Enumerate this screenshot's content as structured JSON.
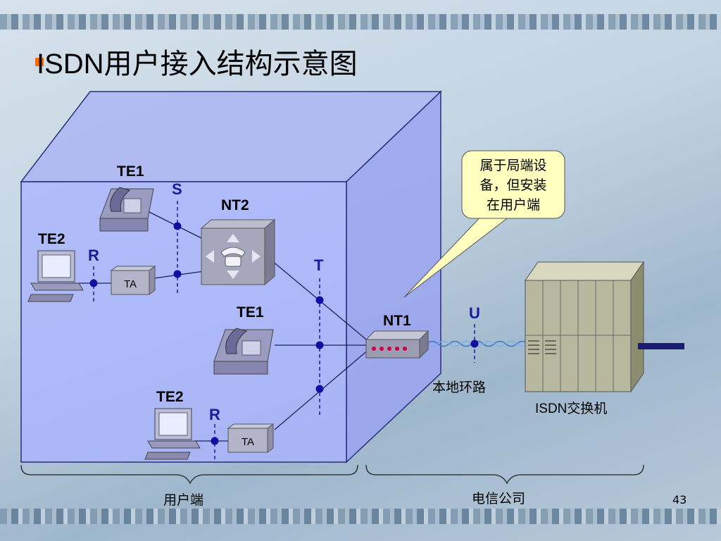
{
  "slide": {
    "title": "ISDN用户接入结构示意图",
    "page_number": "43"
  },
  "diagram": {
    "labels": {
      "te1_top": "TE1",
      "te2_top": "TE2",
      "te1_mid": "TE1",
      "te2_bottom": "TE2",
      "nt2": "NT2",
      "nt1": "NT1",
      "ta_top": "TA",
      "ta_bottom": "TA",
      "ref_s": "S",
      "ref_r_top": "R",
      "ref_r_bottom": "R",
      "ref_t": "T",
      "ref_u": "U",
      "local_loop": "本地环路",
      "isdn_switch": "ISDN交换机",
      "user_side": "用户端",
      "telecom_side": "电信公司"
    },
    "callout": {
      "line1": "属于局端设",
      "line2": "备，但安装",
      "line3": "在用户端"
    },
    "colors": {
      "box_front": "#aab4ff",
      "box_edge": "#2b2f7a",
      "ref_label": "#1a1aa0",
      "node": "#1010a0",
      "nt1_leds": "#cc0044",
      "callout_fill": "#ffffc0",
      "line": "#202060"
    }
  }
}
